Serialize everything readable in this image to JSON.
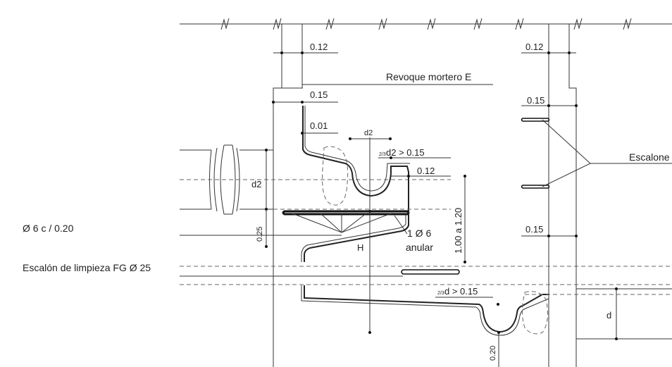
{
  "labels": {
    "dim_012_left": "0.12",
    "dim_015_left": "0.15",
    "dim_001": "0.01",
    "revoque": "Revoque mortero E",
    "d2_top": "d2",
    "rule_d2": "d2 > 0.15",
    "rule_d2_frac": "2/3",
    "dim_012_mid": "0.12",
    "d2_side": "d2",
    "dim_025": "0.25",
    "rebar": "Ø 6 c / 0.20",
    "ring_1": "1 Ø 6",
    "ring_2": "anular",
    "height_range": "1.00 a 1.20",
    "h_label": "H",
    "escalon_limpieza": "Escalón de limpieza FG Ø 25",
    "rule_d": "d > 0.15",
    "rule_d_frac": "2/3",
    "d_side": "d",
    "dim_020": "0.20",
    "dim_012_right": "0.12",
    "dim_015_right_top": "0.15",
    "dim_015_right_bottom": "0.15",
    "escalones": "Escalone"
  }
}
